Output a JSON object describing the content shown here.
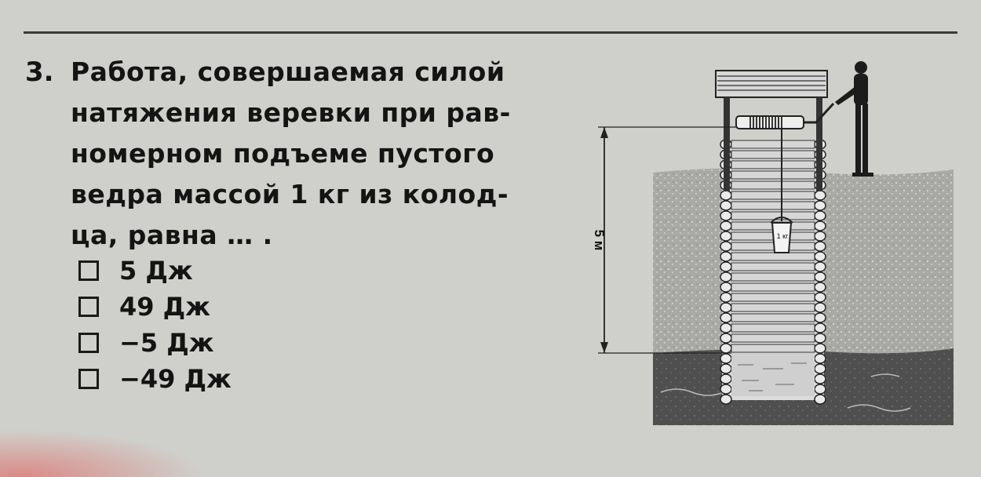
{
  "question": {
    "number": "3.",
    "lines": [
      "Работа, совершаемая силой",
      "натяжения веревки при рав-",
      "номерном подъеме пустого",
      "ведра массой 1 кг из колод-",
      "ца, равна … ."
    ]
  },
  "options": [
    {
      "label": "5 Дж"
    },
    {
      "label": "49 Дж"
    },
    {
      "label": "−5 Дж"
    },
    {
      "label": "−49 Дж"
    }
  ],
  "figure": {
    "depth_label": "5 м",
    "bucket_label": "1 кг"
  }
}
